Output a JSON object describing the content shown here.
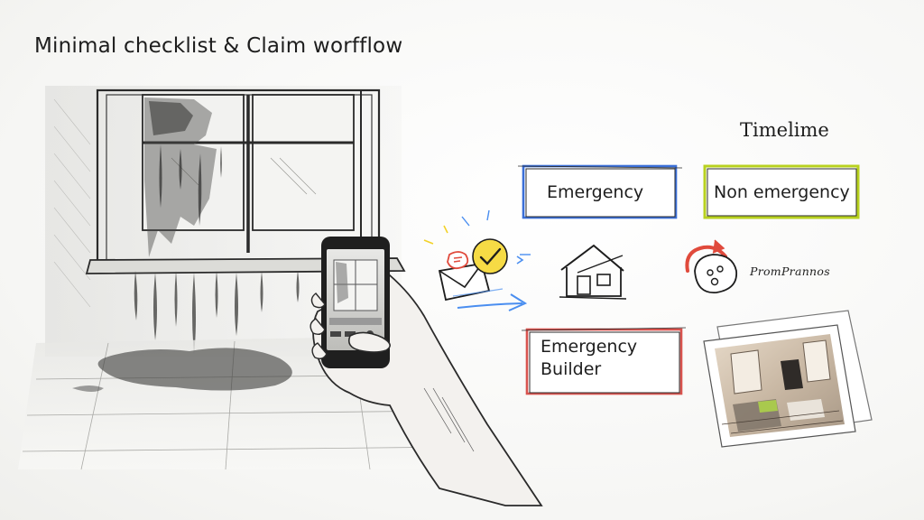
{
  "title": "Minimal checklist & Claim worfflow",
  "timeline_label": "Timelime",
  "cards": {
    "emergency": {
      "label": "Emergency",
      "color": "#3a6fd8"
    },
    "non_emergency": {
      "label": "Non emergency",
      "color": "#b8d11f"
    },
    "emergency_builder": {
      "label": "Emergency Builder",
      "color": "#d8534e"
    }
  },
  "prompt_label": "PromPrannos",
  "icons": {
    "window": "damaged-window-sketch",
    "phone": "phone-in-hand",
    "notification": "envelope-checkmark-icon",
    "arrow": "blue-arrow-icon",
    "house": "house-icon",
    "prompt": "rotate-clock-icon",
    "photo": "damaged-room-photo"
  },
  "colors": {
    "ink": "#1d1d1d",
    "check_yellow": "#f2d229",
    "alert_red": "#e04a3c",
    "arrow_blue": "#4a8ef0"
  }
}
